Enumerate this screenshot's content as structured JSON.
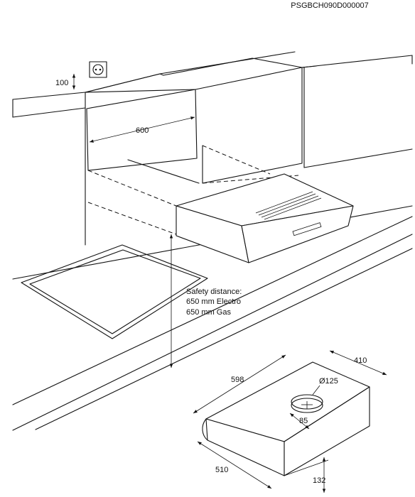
{
  "document_code": "PSGBCH090D000007",
  "labels": {
    "socket_height": "100",
    "cabinet_width": "600",
    "safety_line1": "Safety distance:",
    "safety_line2": "650 mm Electro",
    "safety_line3": "650 mm Gas",
    "hood_width": "598",
    "hood_depth": "410",
    "duct_diameter": "Ø125",
    "duct_offset": "85",
    "hood_side": "510",
    "hood_height": "132"
  }
}
